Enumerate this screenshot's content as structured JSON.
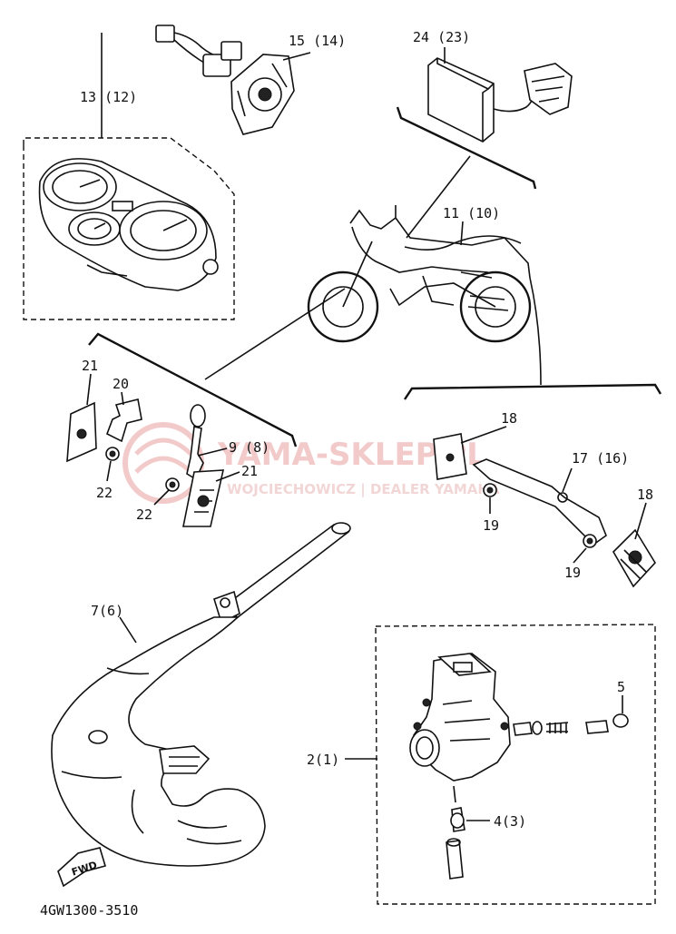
{
  "diagram": {
    "footer_code": "4GW1300-3510",
    "fwd_label": "FWD",
    "watermark": {
      "title": "YAMA-SKLEP.PL",
      "subtitle": "WOJCIECHOWICZ | DEALER YAMAHA",
      "color": "#e8a0a0"
    },
    "labels": {
      "p15": "15 (14)",
      "p24": "24 (23)",
      "p13": "13 (12)",
      "p11": "11 (10)",
      "p21a": "21",
      "p20": "20",
      "p9": "9 (8)",
      "p21b": "21",
      "p22a": "22",
      "p22b": "22",
      "p18a": "18",
      "p17": "17 (16)",
      "p18b": "18",
      "p19a": "19",
      "p19b": "19",
      "p7": "7(6)",
      "p5": "5",
      "p2": "2(1)",
      "p4": "4(3)"
    }
  }
}
